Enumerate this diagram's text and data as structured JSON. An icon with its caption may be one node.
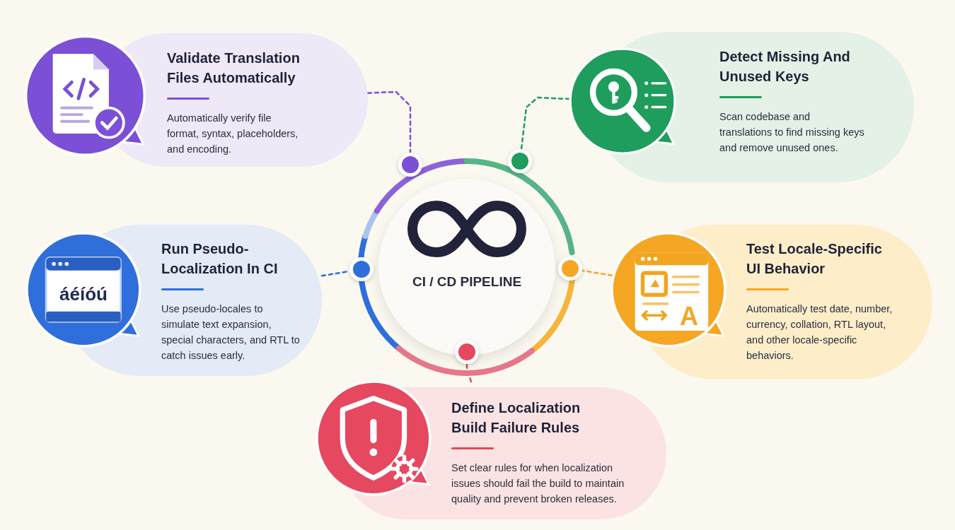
{
  "diagram": {
    "nodes": [
      {
        "text": [
          "Validate Translation Files Automatically",
          "Automatically verify file format, syntax, placeholders, and encoding."
        ]
      },
      {
        "text": [
          "Detect Missing And Unused Keys",
          "Scan codebase and translations to find missing keys and remove unused ones."
        ]
      },
      {
        "text": [
          "Run Pseudo-Localization In CI",
          "Use pseudo-locales to simulate text expansion, special characters, and RTL to catch issues early."
        ]
      },
      {
        "text": [
          "CI / CD PIPELINE"
        ]
      },
      {
        "text": [
          "Test Locale-Specific UI Behavior",
          "Automatically test date, number, currency, collation, RTL layout, and other locale-specific behaviors."
        ]
      },
      {
        "text": [
          "Define Localization Build Failure Rules",
          "Set clear rules for when localization issues should fail the build to maintain quality and prevent broken releases."
        ]
      },
      {
        "text": [],
        "shape": "circle"
      },
      {
        "text": [],
        "shape": "circle"
      },
      {
        "text": [],
        "shape": "circle"
      },
      {
        "text": [],
        "shape": "circle"
      },
      {
        "text": [],
        "shape": "circle"
      }
    ],
    "edges": [
      {
        "from": 0,
        "to": 7,
        "arrow": "none",
        "style": "dashed",
        "color": "#7b4fd6"
      },
      {
        "from": 1,
        "to": 9,
        "arrow": "none",
        "style": "dashed",
        "color": "#1f9d5c"
      },
      {
        "from": 2,
        "to": 6,
        "arrow": "none",
        "style": "dashed",
        "color": "#2f6fdc"
      },
      {
        "from": 4,
        "to": 10,
        "arrow": "none",
        "style": "dashed",
        "color": "#f5a623"
      },
      {
        "from": 5,
        "to": 8,
        "arrow": "none",
        "style": "dashed",
        "color": "#e5485f"
      }
    ],
    "labels": [
      "áéíóú",
      "A"
    ]
  }
}
